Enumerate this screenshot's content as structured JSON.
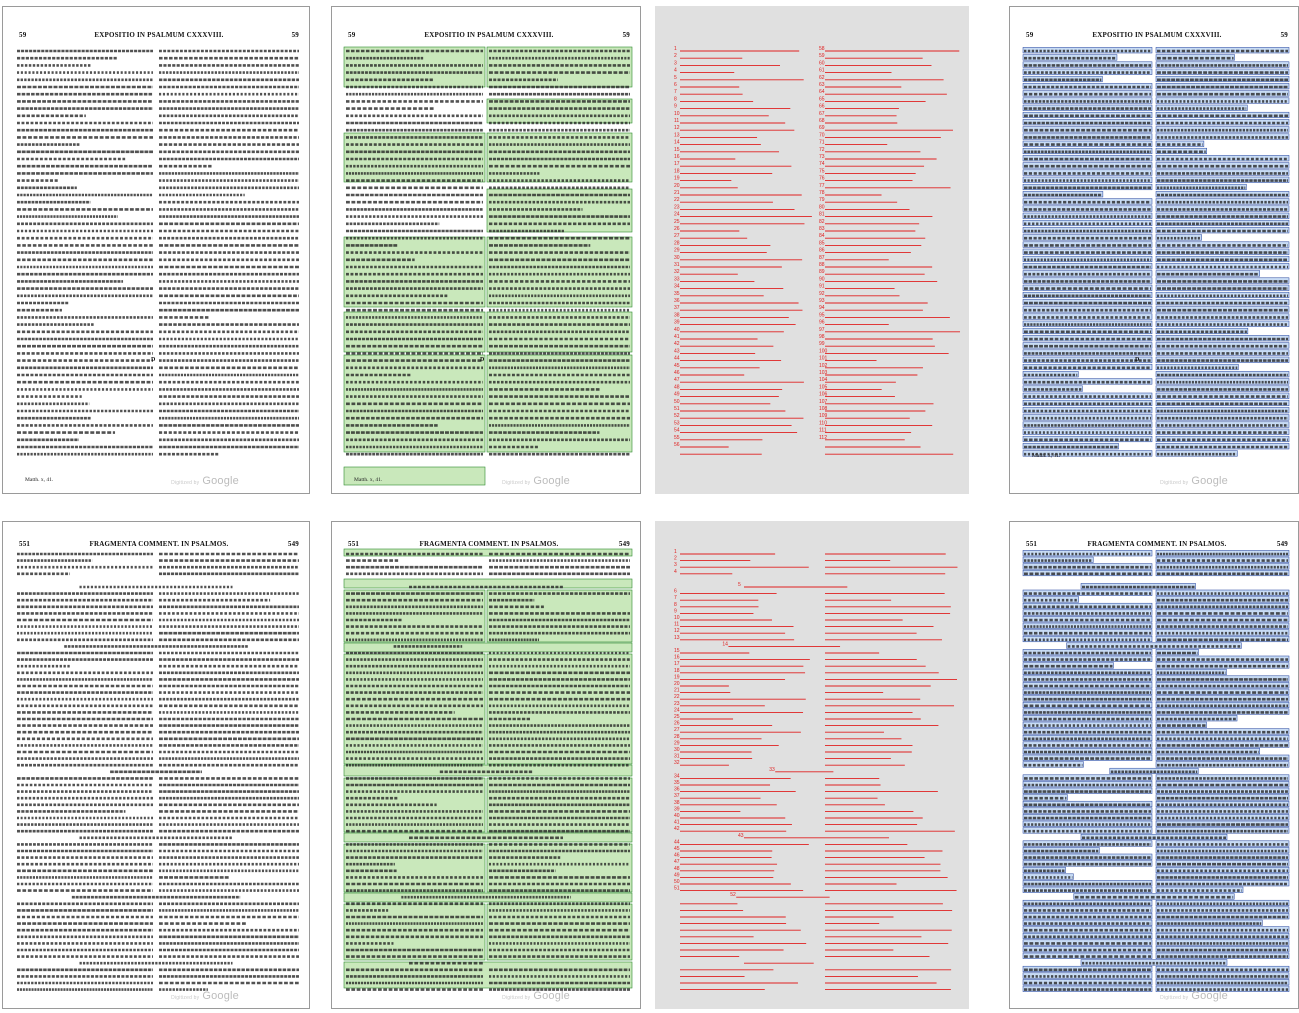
{
  "pages": {
    "top": {
      "left_num": "59",
      "title": "EXPOSITIO IN PSALMUM CXXXVIII.",
      "right_num": "59",
      "footnote": "Matth. x, 41.",
      "marker": "D"
    },
    "bottom": {
      "left_num": "551",
      "title": "FRAGMENTA COMMENT. IN PSALMOS.",
      "right_num": "549"
    }
  },
  "watermark": {
    "prefix": "Digitized by",
    "brand": "Google"
  },
  "colors": {
    "green_fill": "#c9e8bb",
    "green_stroke": "#2e8b2e",
    "blue_fill": "#c8dcf5",
    "blue_stroke": "#1f3f9a",
    "red_line": "#e02020",
    "gray_panel": "#e0e0e0"
  },
  "red_numbers": {
    "top_left": [
      "1",
      "2",
      "3",
      "4",
      "5",
      "6",
      "7",
      "8",
      "9",
      "10",
      "11",
      "12",
      "13",
      "14",
      "15",
      "16",
      "17",
      "18",
      "19",
      "20",
      "21",
      "22",
      "23",
      "24",
      "25",
      "26",
      "27",
      "28",
      "29",
      "30",
      "31",
      "32",
      "33",
      "34",
      "35",
      "36",
      "37",
      "38",
      "39",
      "40",
      "41",
      "42",
      "43",
      "44",
      "45",
      "46",
      "47",
      "48",
      "49",
      "50",
      "51",
      "52",
      "53",
      "54",
      "55",
      "56"
    ],
    "top_right": [
      "58",
      "59",
      "60",
      "61",
      "62",
      "63",
      "64",
      "65",
      "66",
      "67",
      "68",
      "69",
      "70",
      "71",
      "72",
      "73",
      "74",
      "75",
      "76",
      "77",
      "78",
      "79",
      "80",
      "81",
      "82",
      "83",
      "84",
      "85",
      "86",
      "87",
      "88",
      "89",
      "90",
      "91",
      "92",
      "93",
      "94",
      "95",
      "96",
      "97",
      "98",
      "99",
      "100",
      "101",
      "102",
      "103",
      "104",
      "105",
      "106",
      "107",
      "108",
      "109",
      "110",
      "111",
      "112"
    ],
    "bottom": [
      "1",
      "2",
      "3",
      "4",
      "5",
      "6",
      "7",
      "8",
      "9",
      "10",
      "11",
      "12",
      "13",
      "14",
      "15",
      "16",
      "17",
      "18",
      "19",
      "20",
      "21",
      "22",
      "23",
      "24",
      "25",
      "26",
      "27",
      "28",
      "29",
      "30",
      "31",
      "32",
      "33",
      "34",
      "35",
      "36",
      "37",
      "38",
      "39",
      "40",
      "41",
      "42",
      "43",
      "44",
      "45",
      "46",
      "47",
      "48",
      "49",
      "50",
      "51",
      "52"
    ]
  }
}
